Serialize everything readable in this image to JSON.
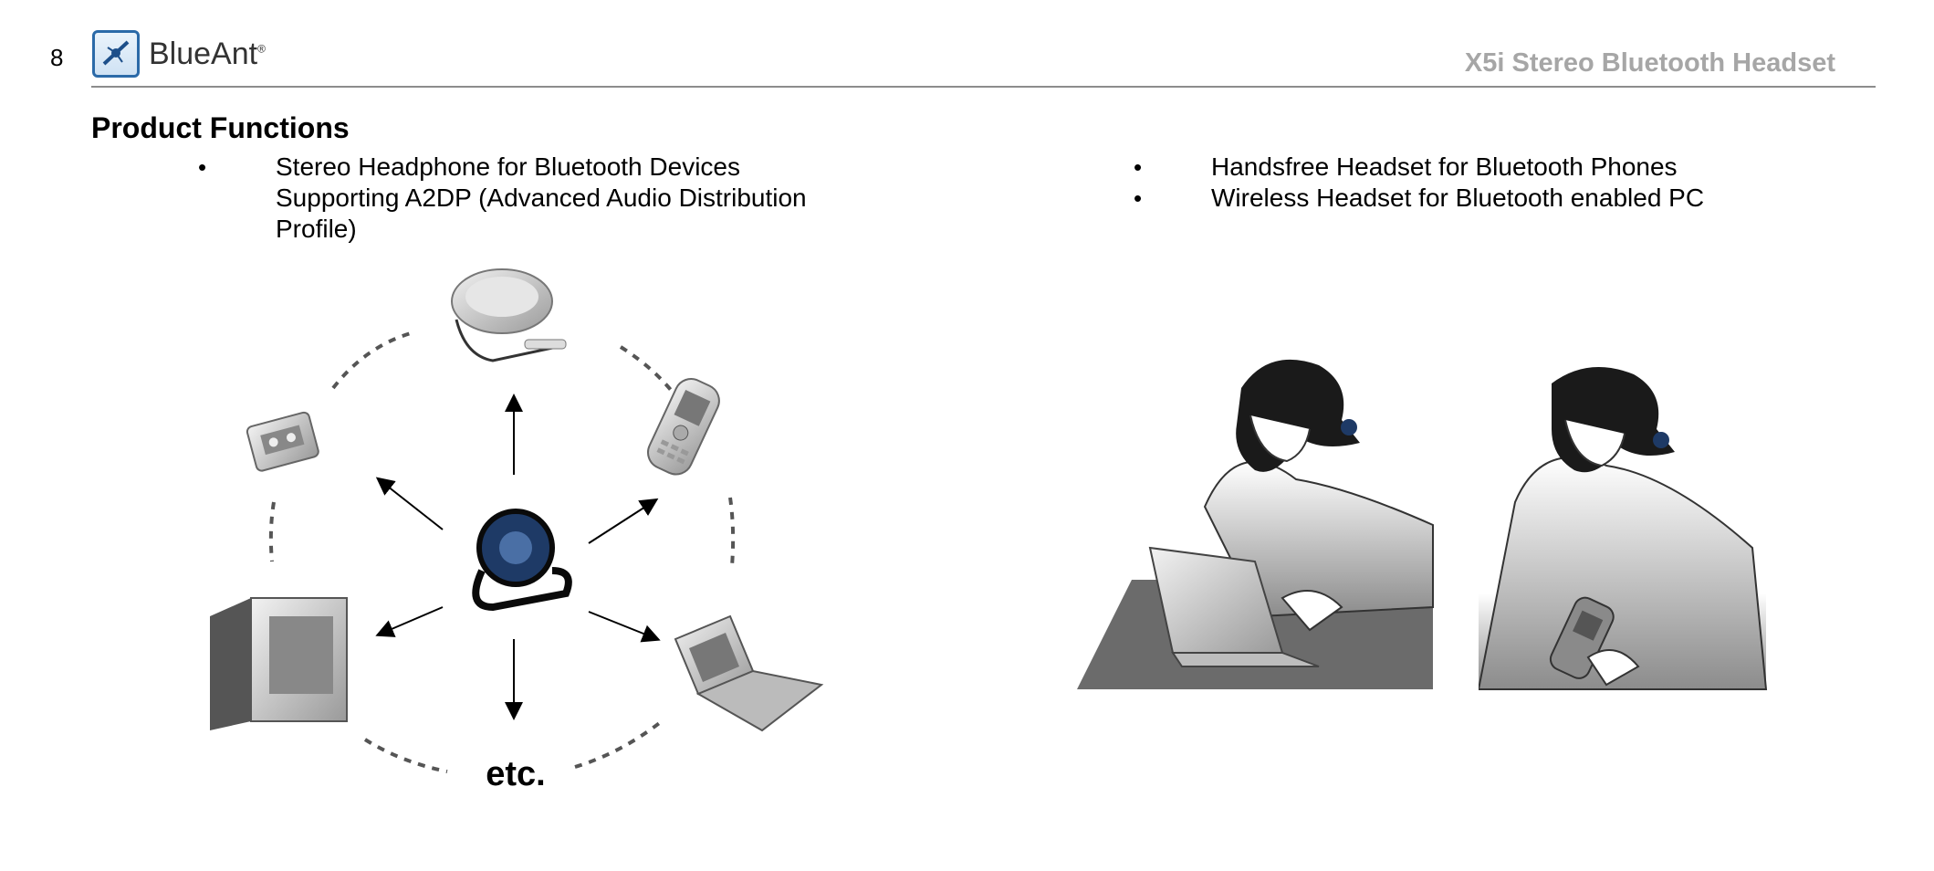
{
  "header": {
    "page_number": "8",
    "brand": "BlueAnt",
    "brand_mark": "®",
    "document_title": "X5i Stereo Bluetooth Headset"
  },
  "section": {
    "title": "Product Functions",
    "left_bullets": [
      "Stereo Headphone for Bluetooth Devices Supporting A2DP (Advanced Audio Distribution Profile)"
    ],
    "right_bullets": [
      "Handsfree Headset for Bluetooth Phones",
      "Wireless Headset for Bluetooth enabled PC"
    ]
  },
  "diagram": {
    "center_device": "headset-icon",
    "devices": [
      "cd-player-icon",
      "mobile-phone-icon",
      "laptop-icon",
      "tv-icon",
      "cassette-player-icon"
    ],
    "more_label": "etc."
  },
  "illustrations": [
    "person-using-laptop",
    "person-using-phone"
  ],
  "colors": {
    "title_gray": "#a6a6a6",
    "rule_gray": "#8c8c8c",
    "logo_blue": "#2b6aa8",
    "headset_blue": "#1e3a66"
  }
}
